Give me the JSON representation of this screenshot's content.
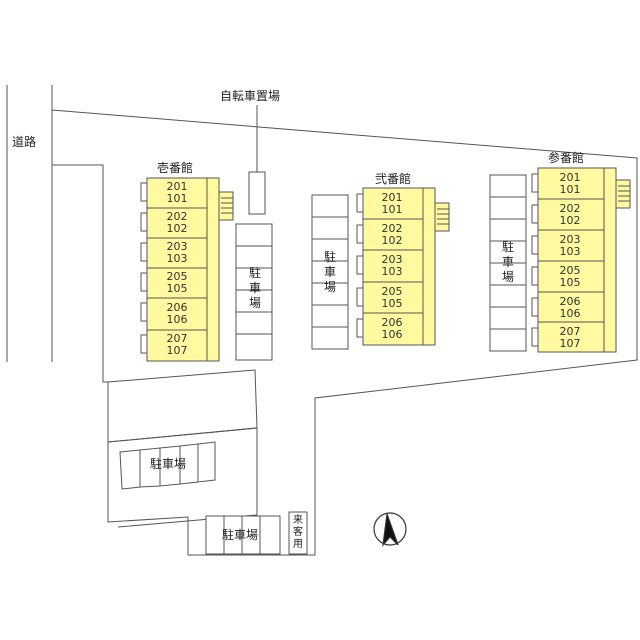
{
  "labels": {
    "road": "道路",
    "bicycle_parking": "自転車置場",
    "visitor_parking": "来客用"
  },
  "buildings": [
    {
      "name": "壱番館",
      "rooms": [
        [
          "201",
          "101"
        ],
        [
          "202",
          "102"
        ],
        [
          "203",
          "103"
        ],
        [
          "205",
          "105"
        ],
        [
          "206",
          "106"
        ],
        [
          "207",
          "107"
        ]
      ]
    },
    {
      "name": "弐番館",
      "rooms": [
        [
          "201",
          "101"
        ],
        [
          "202",
          "102"
        ],
        [
          "203",
          "103"
        ],
        [
          "205",
          "105"
        ],
        [
          "206",
          "106"
        ]
      ]
    },
    {
      "name": "参番館",
      "rooms": [
        [
          "201",
          "101"
        ],
        [
          "202",
          "102"
        ],
        [
          "203",
          "103"
        ],
        [
          "205",
          "105"
        ],
        [
          "206",
          "106"
        ],
        [
          "207",
          "107"
        ]
      ]
    }
  ],
  "parking_label": "駐車場",
  "parking_lots": [
    "駐車場",
    "駐車場",
    "駐車場",
    "駐車場",
    "駐車場"
  ],
  "colors": {
    "unit_fill": "#fffaa0",
    "line": "#555555",
    "background": "#ffffff"
  },
  "icons": {
    "north": "north-arrow-icon"
  }
}
